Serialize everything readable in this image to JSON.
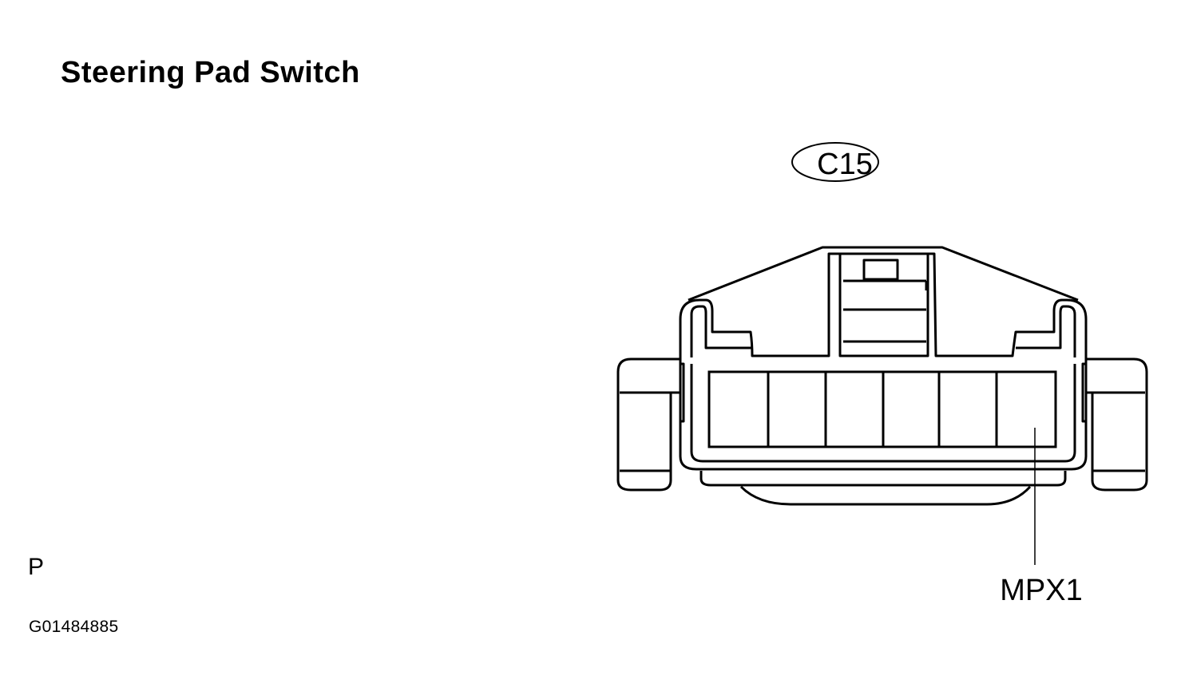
{
  "title": "Steering Pad Switch",
  "connector_id": "C15",
  "pin_label": "MPX1",
  "side_letter": "P",
  "figure_code": "G01484885",
  "colors": {
    "line": "#000000",
    "background": "#ffffff"
  }
}
